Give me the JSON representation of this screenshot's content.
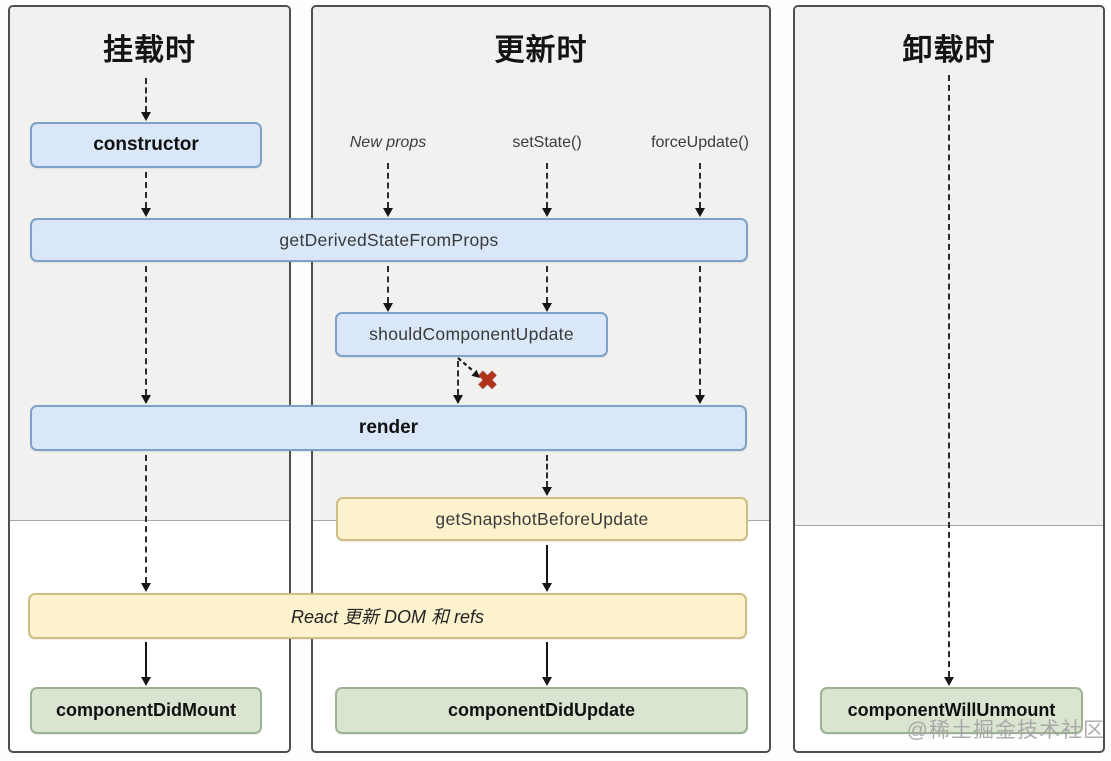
{
  "diagram": {
    "columns": [
      {
        "title": "挂载时"
      },
      {
        "title": "更新时",
        "triggers": [
          "New props",
          "setState()",
          "forceUpdate()"
        ]
      },
      {
        "title": "卸载时"
      }
    ],
    "nodes": {
      "constructor": "constructor",
      "getDerivedStateFromProps": "getDerivedStateFromProps",
      "shouldComponentUpdate": "shouldComponentUpdate",
      "render": "render",
      "getSnapshotBeforeUpdate": "getSnapshotBeforeUpdate",
      "reactUpdates": "React 更新 DOM 和 refs",
      "componentDidMount": "componentDidMount",
      "componentDidUpdate": "componentDidUpdate",
      "componentWillUnmount": "componentWillUnmount"
    },
    "cancel_mark": "✖",
    "watermark": "@稀土掘金技术社区",
    "colors": {
      "node_blue_fill": "#d9e7f8",
      "node_blue_border": "#7fa0c8",
      "node_yellow_fill": "#fcf2cd",
      "node_yellow_border": "#cfbd83",
      "node_green_fill": "#d9e5d0",
      "node_green_border": "#9db294",
      "phase_gray": "#f1f1f0",
      "column_border": "#4f4f4f",
      "cancel_red": "#b0341c",
      "arrow_black": "#161616"
    }
  }
}
